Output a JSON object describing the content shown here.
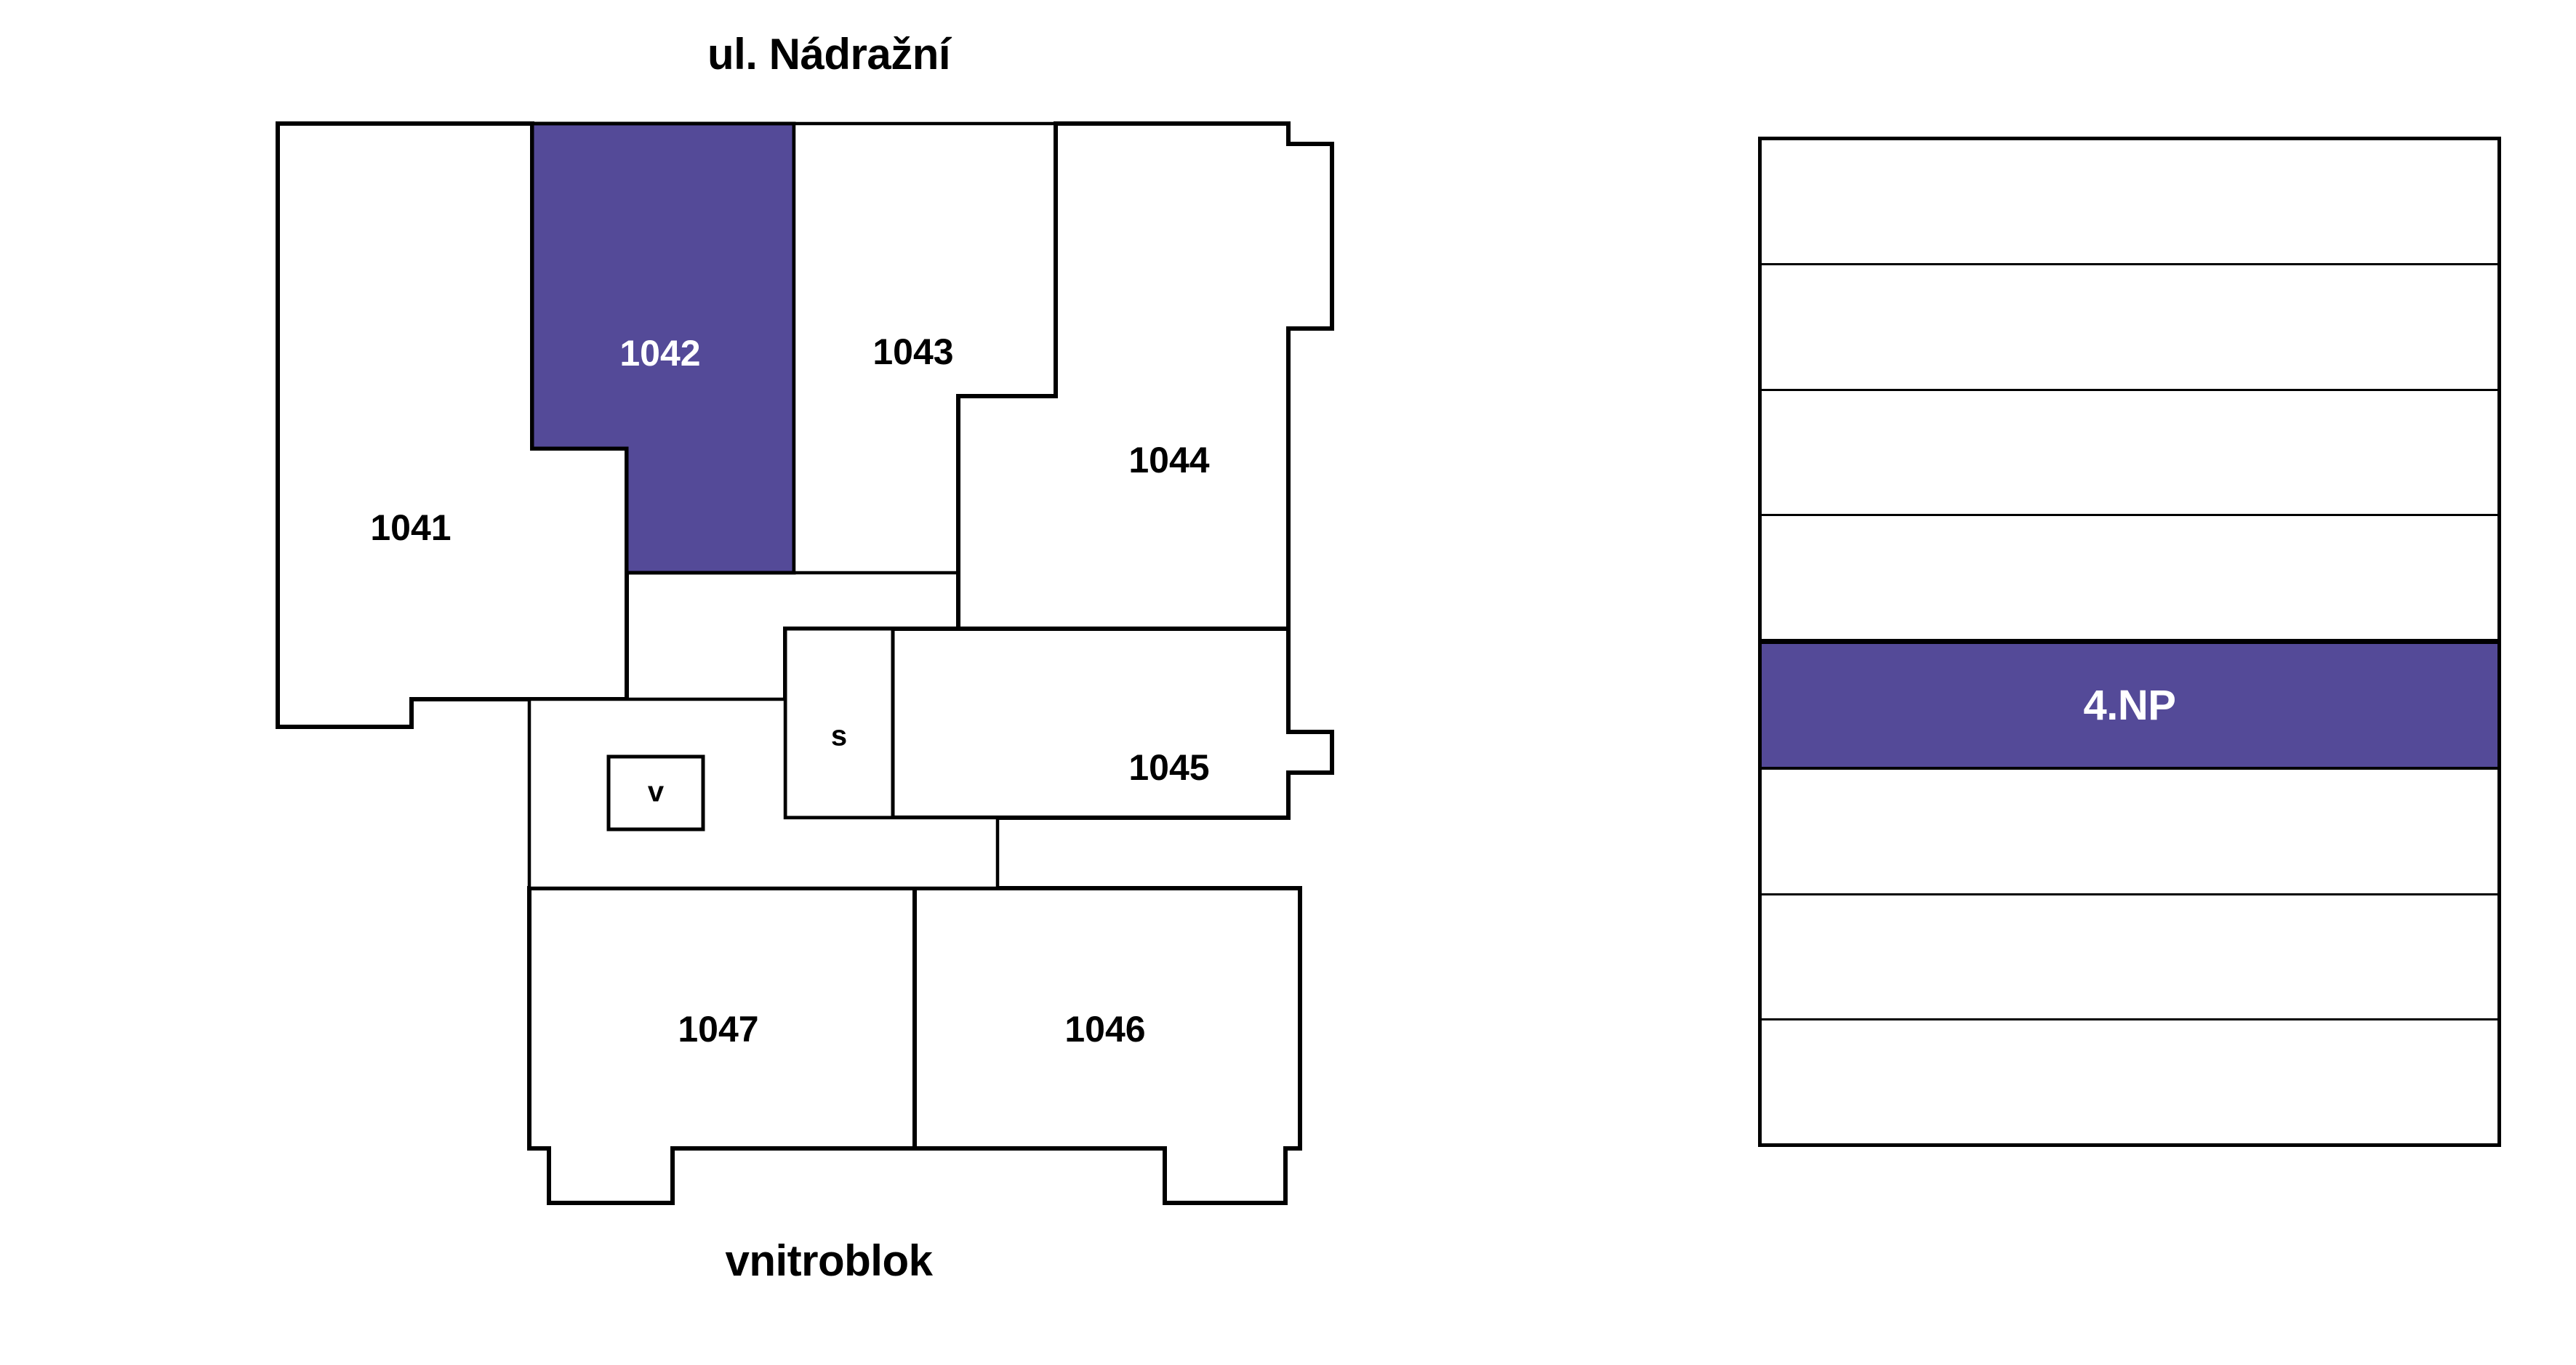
{
  "plan": {
    "street_top_label": "ul. Nádražní",
    "street_bottom_label": "vnitroblok",
    "selected_unit": "1042",
    "accent_color": "#544A98",
    "wall_color": "#000000",
    "background_color": "#FFFFFF",
    "units": [
      {
        "id": "1041",
        "label": "1041",
        "selected": false
      },
      {
        "id": "1042",
        "label": "1042",
        "selected": true
      },
      {
        "id": "1043",
        "label": "1043",
        "selected": false
      },
      {
        "id": "1044",
        "label": "1044",
        "selected": false
      },
      {
        "id": "1045",
        "label": "1045",
        "selected": false
      },
      {
        "id": "1046",
        "label": "1046",
        "selected": false
      },
      {
        "id": "1047",
        "label": "1047",
        "selected": false
      }
    ],
    "service_rooms": [
      {
        "id": "s",
        "label": "s"
      },
      {
        "id": "v",
        "label": "v"
      }
    ]
  },
  "floor_stack": {
    "selected_floor": "4.NP",
    "bands": [
      {
        "label": "",
        "active": false
      },
      {
        "label": "",
        "active": false
      },
      {
        "label": "",
        "active": false
      },
      {
        "label": "",
        "active": false
      },
      {
        "label": "4.NP",
        "active": true
      },
      {
        "label": "",
        "active": false
      },
      {
        "label": "",
        "active": false
      },
      {
        "label": "",
        "active": false
      }
    ]
  }
}
